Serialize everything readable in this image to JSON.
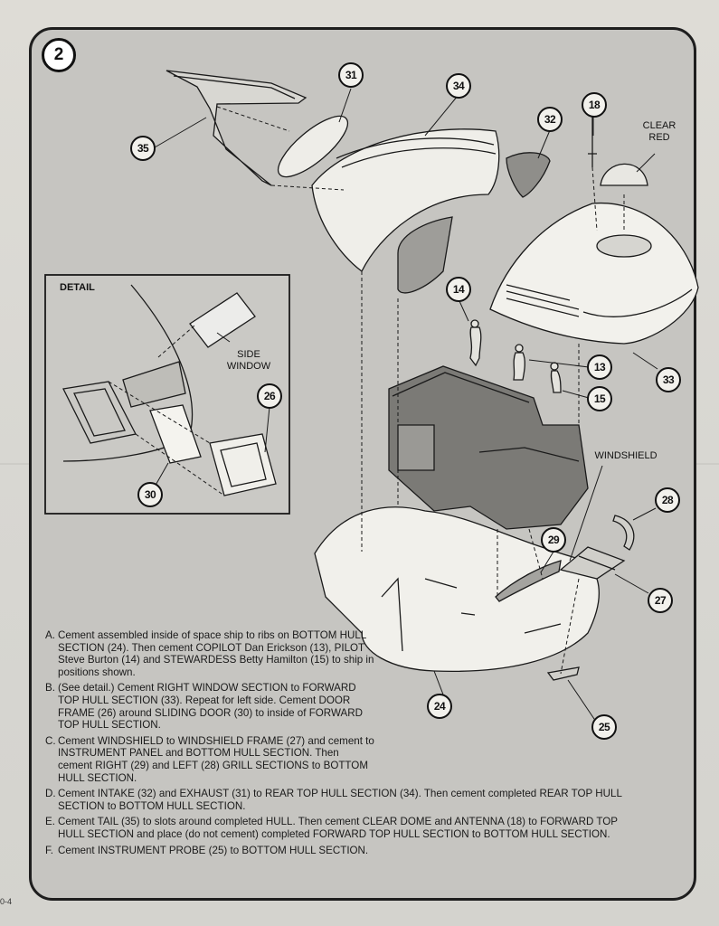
{
  "step": "2",
  "callouts": {
    "c31": "31",
    "c34": "34",
    "c18": "18",
    "c32": "32",
    "c35": "35",
    "c14": "14",
    "c13": "13",
    "c15": "15",
    "c33": "33",
    "c26": "26",
    "c30": "30",
    "c28": "28",
    "c29": "29",
    "c27": "27",
    "c24": "24",
    "c25": "25"
  },
  "labels": {
    "clear_red": "CLEAR RED",
    "detail": "DETAIL",
    "side_window": "SIDE WINDOW",
    "windshield": "WINDSHIELD"
  },
  "instructions": [
    {
      "letter": "A.",
      "text": "Cement assembled inside of space ship to ribs on BOTTOM HULL SECTION (24). Then cement COPILOT Dan Erickson (13), PILOT Steve Burton (14) and STEWARDESS Betty Hamilton (15) to ship in positions shown."
    },
    {
      "letter": "B.",
      "text": "(See detail.) Cement RIGHT WINDOW SECTION to FORWARD TOP HULL SECTION (33). Repeat for left side. Cement DOOR FRAME (26) around SLIDING DOOR (30) to inside of FORWARD TOP HULL SECTION."
    },
    {
      "letter": "C.",
      "text": "Cement WINDSHIELD to WINDSHIELD FRAME (27) and cement to INSTRUMENT PANEL and BOTTOM HULL SECTION. Then cement RIGHT (29) and LEFT (28) GRILL SECTIONS to BOTTOM HULL SECTION."
    },
    {
      "letter": "D.",
      "text": "Cement INTAKE (32) and EXHAUST (31) to REAR TOP HULL SECTION (34). Then cement completed REAR TOP HULL SECTION to BOTTOM HULL SECTION."
    },
    {
      "letter": "E.",
      "text": "Cement TAIL (35) to slots around completed HULL. Then cement CLEAR DOME and ANTENNA (18) to FORWARD TOP HULL SECTION and place (do not cement) completed FORWARD TOP HULL SECTION to BOTTOM HULL SECTION."
    },
    {
      "letter": "F.",
      "text": "Cement INSTRUMENT PROBE (25) to BOTTOM HULL SECTION."
    }
  ],
  "corner_mark": "0-4"
}
